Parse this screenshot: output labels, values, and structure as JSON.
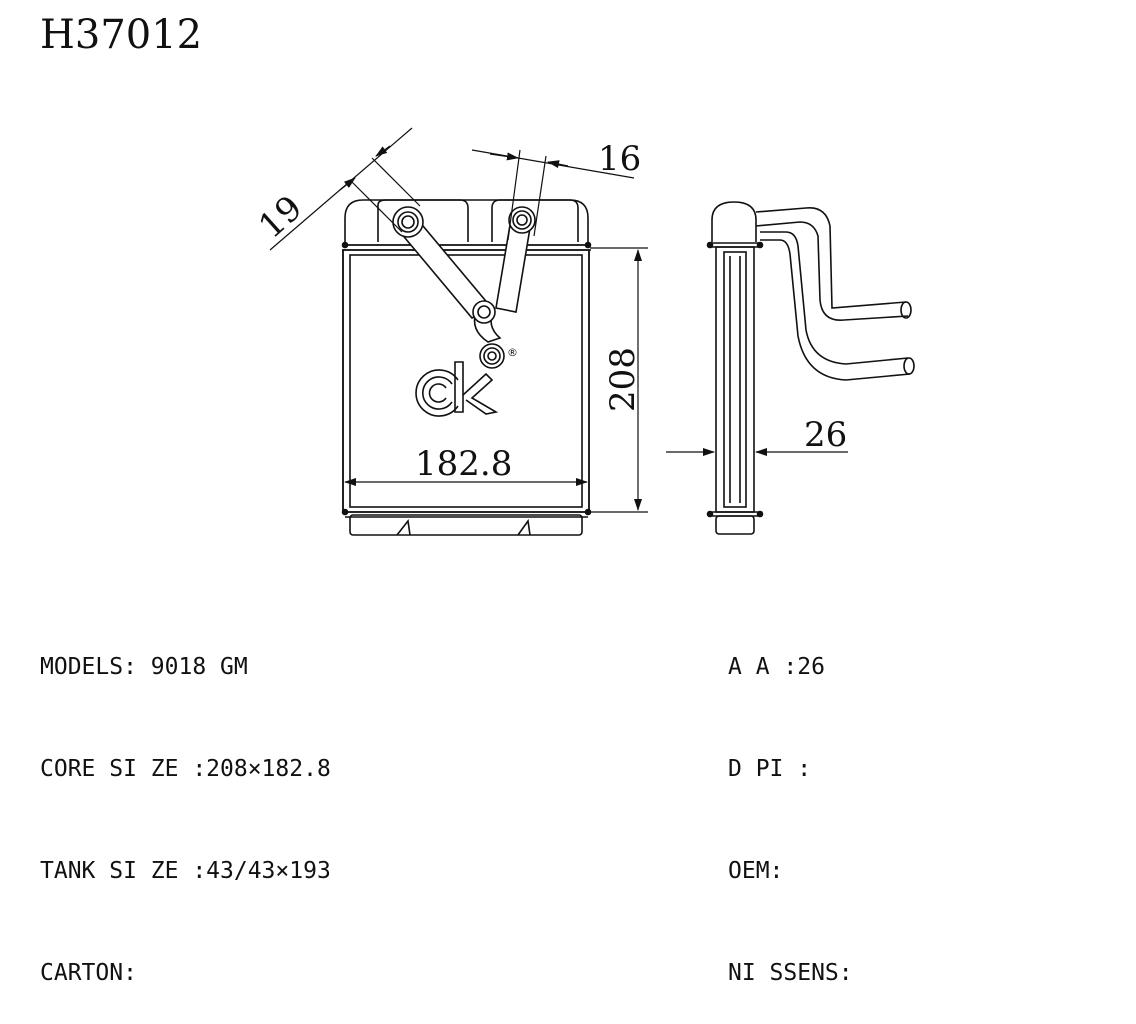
{
  "title": "H37012",
  "dimensions": {
    "tube_offset_1": "19",
    "tube_offset_2": "16",
    "height": "208",
    "width": "182.8",
    "depth": "26"
  },
  "logo": {
    "text": "ck",
    "registered_mark": "®"
  },
  "specs_left": [
    {
      "label": "MODELS:",
      "value": " 9018 GM"
    },
    {
      "label": "CORE SI ZE :",
      "value": "208×182.8"
    },
    {
      "label": "TANK SI ZE :",
      "value": "43/43×193"
    },
    {
      "label": "CARTON:",
      "value": ""
    }
  ],
  "specs_right": [
    {
      "label": "A A :",
      "value": "26"
    },
    {
      "label": "D PI :",
      "value": ""
    },
    {
      "label": "OEM:",
      "value": ""
    },
    {
      "label": "NI SSENS:",
      "value": ""
    }
  ]
}
